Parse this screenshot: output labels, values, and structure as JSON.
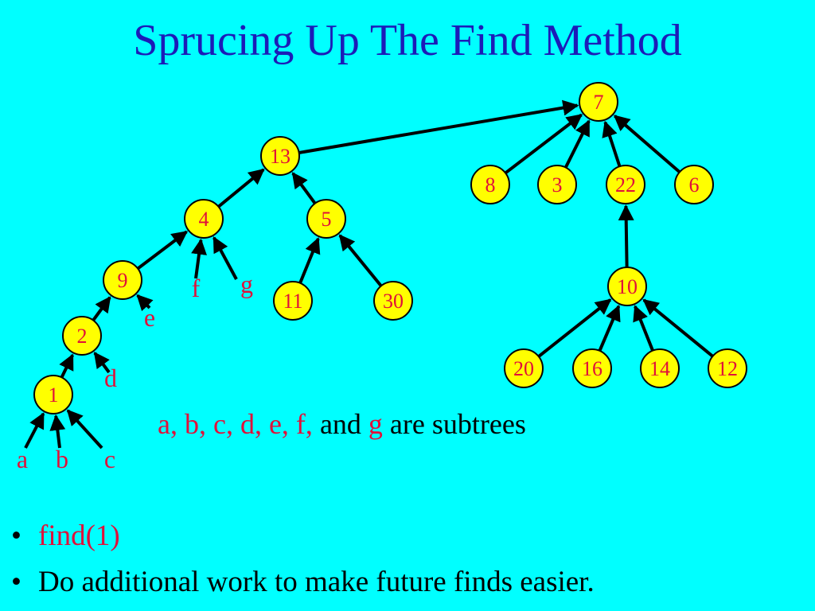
{
  "slide": {
    "title": "Sprucing Up The Find Method",
    "caption": {
      "subtrees": "a, b, c, d, e, f,",
      "and": "and",
      "g": "g",
      "rest": "are subtrees"
    },
    "bullets": [
      "find(1)",
      "Do additional work to make future finds easier."
    ]
  },
  "colors": {
    "background": "#00FFFF",
    "title": "#1C1CB8",
    "node_fill": "#FFFF00",
    "node_text": "#E0103A",
    "edge": "#000000",
    "subtree_label": "#E0103A"
  },
  "tree": {
    "nodes": [
      {
        "id": "n7",
        "label": "7"
      },
      {
        "id": "n13",
        "label": "13"
      },
      {
        "id": "n8",
        "label": "8"
      },
      {
        "id": "n3",
        "label": "3"
      },
      {
        "id": "n22",
        "label": "22"
      },
      {
        "id": "n6",
        "label": "6"
      },
      {
        "id": "n4",
        "label": "4"
      },
      {
        "id": "n5",
        "label": "5"
      },
      {
        "id": "n9",
        "label": "9"
      },
      {
        "id": "n11",
        "label": "11"
      },
      {
        "id": "n30",
        "label": "30"
      },
      {
        "id": "n10",
        "label": "10"
      },
      {
        "id": "n2",
        "label": "2"
      },
      {
        "id": "n20",
        "label": "20"
      },
      {
        "id": "n16",
        "label": "16"
      },
      {
        "id": "n14",
        "label": "14"
      },
      {
        "id": "n12",
        "label": "12"
      },
      {
        "id": "n1",
        "label": "1"
      }
    ],
    "subtrees": [
      {
        "id": "sa",
        "label": "a"
      },
      {
        "id": "sb",
        "label": "b"
      },
      {
        "id": "sc",
        "label": "c"
      },
      {
        "id": "sd",
        "label": "d"
      },
      {
        "id": "se",
        "label": "e"
      },
      {
        "id": "sf",
        "label": "f"
      },
      {
        "id": "sg",
        "label": "g"
      }
    ],
    "edges": [
      {
        "from": "n13",
        "to": "n7"
      },
      {
        "from": "n8",
        "to": "n7"
      },
      {
        "from": "n3",
        "to": "n7"
      },
      {
        "from": "n22",
        "to": "n7"
      },
      {
        "from": "n6",
        "to": "n7"
      },
      {
        "from": "n4",
        "to": "n13"
      },
      {
        "from": "n5",
        "to": "n13"
      },
      {
        "from": "n9",
        "to": "n4"
      },
      {
        "from": "sf",
        "to": "n4"
      },
      {
        "from": "sg",
        "to": "n4"
      },
      {
        "from": "n11",
        "to": "n5"
      },
      {
        "from": "n30",
        "to": "n5"
      },
      {
        "from": "n2",
        "to": "n9"
      },
      {
        "from": "se",
        "to": "n9"
      },
      {
        "from": "n1",
        "to": "n2"
      },
      {
        "from": "sd",
        "to": "n2"
      },
      {
        "from": "sa",
        "to": "n1"
      },
      {
        "from": "sb",
        "to": "n1"
      },
      {
        "from": "sc",
        "to": "n1"
      },
      {
        "from": "n10",
        "to": "n22"
      },
      {
        "from": "n20",
        "to": "n10"
      },
      {
        "from": "n16",
        "to": "n10"
      },
      {
        "from": "n14",
        "to": "n10"
      },
      {
        "from": "n12",
        "to": "n10"
      }
    ]
  }
}
